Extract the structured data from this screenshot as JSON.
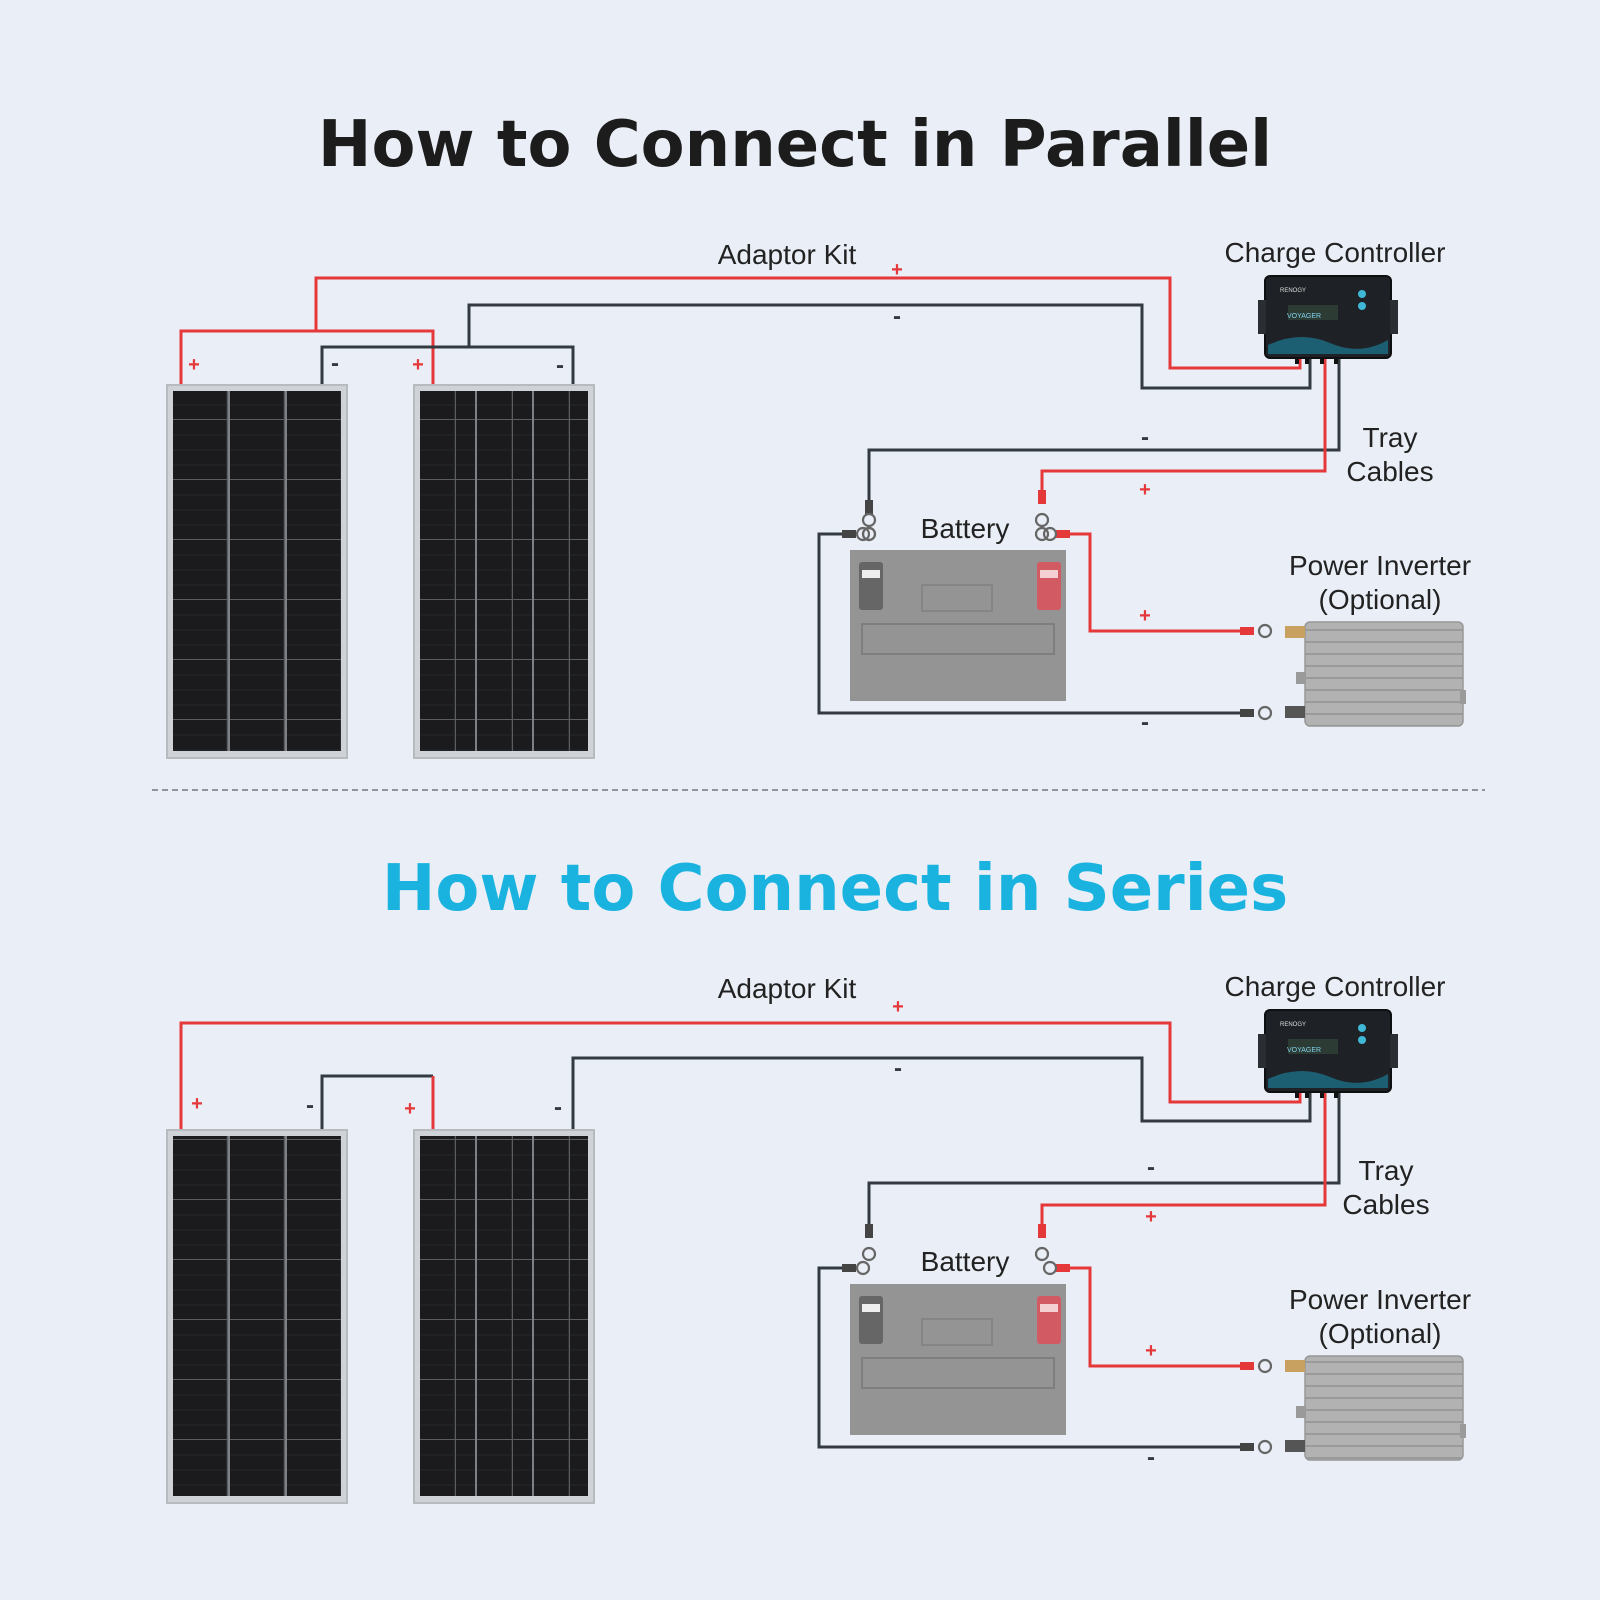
{
  "colors": {
    "background": "#eaeef6",
    "positive_wire": "#e5383b",
    "negative_wire": "#333a40",
    "title_parallel": "#1c1c1c",
    "title_series": "#1ab3e0",
    "panel_cell": "#1b1b1d",
    "panel_frame": "#cfd2d6",
    "battery": "#8f8f8f",
    "inverter": "#a9a9a9",
    "controller": "#1e2226"
  },
  "sections": [
    {
      "id": "parallel",
      "title": "How to Connect in Parallel",
      "labels": {
        "adaptor_kit": "Adaptor Kit",
        "charge_controller": "Charge Controller",
        "tray_cables_line1": "Tray",
        "tray_cables_line2": "Cables",
        "battery": "Battery",
        "inverter_line1": "Power Inverter",
        "inverter_line2": "(Optional)"
      },
      "controller_text": {
        "brand": "RENOGY",
        "model": "VOYAGER"
      },
      "signs": {
        "plus": "+",
        "minus": "-"
      }
    },
    {
      "id": "series",
      "title": "How to Connect in Series",
      "labels": {
        "adaptor_kit": "Adaptor Kit",
        "charge_controller": "Charge Controller",
        "tray_cables_line1": "Tray",
        "tray_cables_line2": "Cables",
        "battery": "Battery",
        "inverter_line1": "Power Inverter",
        "inverter_line2": "(Optional)"
      },
      "controller_text": {
        "brand": "RENOGY",
        "model": "VOYAGER"
      },
      "signs": {
        "plus": "+",
        "minus": "-"
      }
    }
  ]
}
